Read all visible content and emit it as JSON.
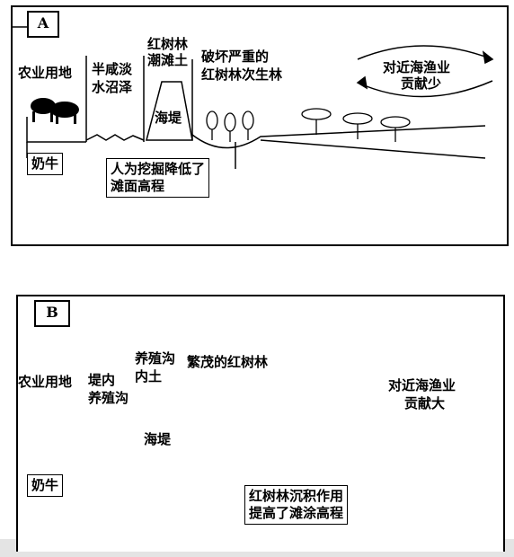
{
  "panel_a": {
    "tag": "A",
    "farmland": "农业用地",
    "marsh_line1": "半咸淡",
    "marsh_line2": "水沼泽",
    "soil_line1": "红树林",
    "soil_line2": "潮滩土",
    "dike": "海堤",
    "degraded_line1": "破坏严重的",
    "degraded_line2": "红树林次生林",
    "fishery_line1": "对近海渔业",
    "fishery_line2": "贡献少",
    "cow": "奶牛",
    "note_line1": "人为挖掘降低了",
    "note_line2": "滩面高程"
  },
  "panel_b": {
    "tag": "B",
    "farmland": "农业用地",
    "ditch_line1": "堤内",
    "ditch_line2": "养殖沟",
    "soil_line1": "养殖沟",
    "soil_line2": "内土",
    "lush": "繁茂的红树林",
    "dike": "海堤",
    "fishery_line1": "对近海渔业",
    "fishery_line2": "贡献大",
    "cow": "奶牛",
    "note_line1": "红树林沉积作用",
    "note_line2": "提高了滩涂高程"
  }
}
